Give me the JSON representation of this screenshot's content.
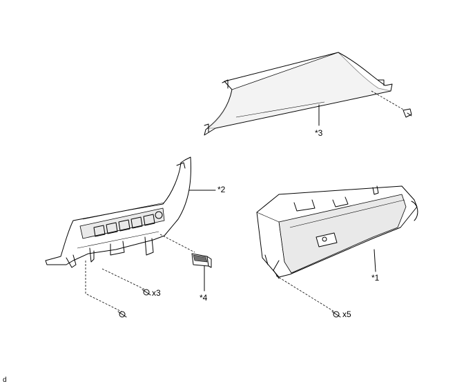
{
  "callouts": {
    "part1": "*1",
    "part2": "*2",
    "part3": "*3",
    "part4": "*4",
    "qty_x3": "x3",
    "qty_x5": "x5",
    "corner_mark": "d"
  },
  "colors": {
    "line": "#000000",
    "panel_shade": "#e9e9e9",
    "dark_fill": "#6f6f6f",
    "background": "#ffffff"
  }
}
